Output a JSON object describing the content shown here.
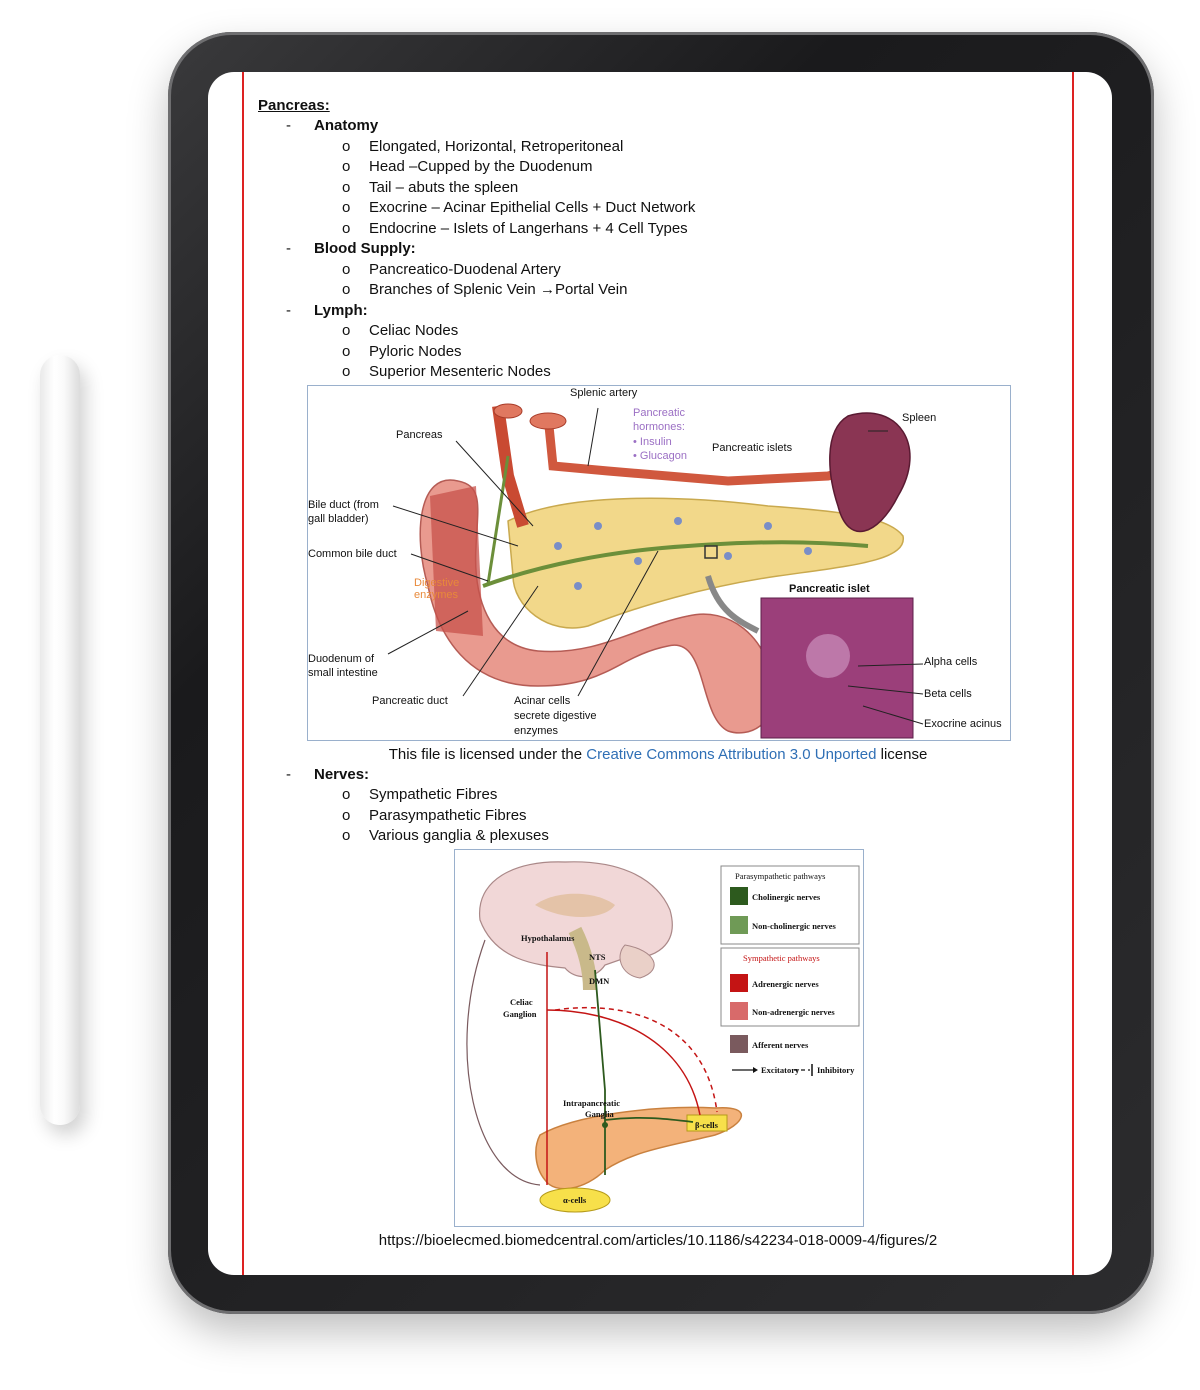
{
  "doc": {
    "title": "Pancreas:",
    "dash": "-",
    "bullet": "o",
    "sections": {
      "anatomy": {
        "heading": "Anatomy",
        "items": [
          "Elongated, Horizontal, Retroperitoneal",
          "Head –Cupped by the Duodenum",
          "Tail – abuts the spleen",
          "Exocrine – Acinar Epithelial Cells + Duct Network",
          "Endocrine – Islets of Langerhans + 4 Cell Types"
        ]
      },
      "blood": {
        "heading": "Blood Supply:",
        "items": [
          "Pancreatico-Duodenal Artery",
          "Branches of Splenic Vein →Portal Vein"
        ]
      },
      "lymph": {
        "heading": "Lymph:",
        "items": [
          "Celiac Nodes",
          "Pyloric Nodes",
          "Superior Mesenteric Nodes"
        ]
      },
      "nerves": {
        "heading": "Nerves:",
        "items": [
          "Sympathetic Fibres",
          "Parasympathetic Fibres",
          "Various ganglia & plexuses"
        ]
      }
    },
    "figure1": {
      "labels": {
        "splenic_artery": "Splenic artery",
        "pancreas": "Pancreas",
        "hormones_title1": "Pancreatic",
        "hormones_title2": "hormones:",
        "insulin": "• Insulin",
        "glucagon": "• Glucagon",
        "pancreatic_islets": "Pancreatic islets",
        "spleen": "Spleen",
        "bile_duct1": "Bile duct (from",
        "bile_duct2": "gall bladder)",
        "common_bile_duct": "Common bile duct",
        "digestive1": "Digestive",
        "digestive2": "enzymes",
        "islet_title": "Pancreatic islet",
        "duodenum1": "Duodenum of",
        "duodenum2": "small intestine",
        "alpha": "Alpha cells",
        "beta": "Beta cells",
        "exocrine": "Exocrine acinus",
        "duct": "Pancreatic duct",
        "acinar1": "Acinar cells",
        "acinar2": "secrete digestive",
        "acinar3": "enzymes"
      },
      "caption_pre": "This file is licensed under the ",
      "caption_link": "Creative Commons Attribution 3.0 Unported",
      "caption_post": " license"
    },
    "figure2": {
      "legend": {
        "para_title": "Parasympathetic pathways",
        "cholinergic": "Cholinergic nerves",
        "non_cholinergic": "Non-cholinergic nerves",
        "symp_title": "Sympathetic pathways",
        "adrenergic": "Adrenergic nerves",
        "non_adrenergic": "Non-adrenergic nerves",
        "afferent": "Afferent nerves",
        "excitatory": "Excitatory",
        "inhibitory": "Inhibitory"
      },
      "labels": {
        "hypothalamus": "Hypothalamus",
        "nts": "NTS",
        "dmn": "DMN",
        "celiac1": "Celiac",
        "celiac2": "Ganglion",
        "intra1": "Intrapancreatic",
        "intra2": "Ganglia",
        "beta_cells": "β-cells",
        "alpha_cells": "α-cells"
      },
      "colors": {
        "cholinergic": "#2d5a1e",
        "non_cholinergic": "#6f9a56",
        "adrenergic": "#c41414",
        "non_adrenergic": "#d86a6a",
        "afferent": "#7a5a5e"
      }
    },
    "url": "https://bioelecmed.biomedcentral.com/articles/10.1186/s42234-018-0009-4/figures/2"
  }
}
